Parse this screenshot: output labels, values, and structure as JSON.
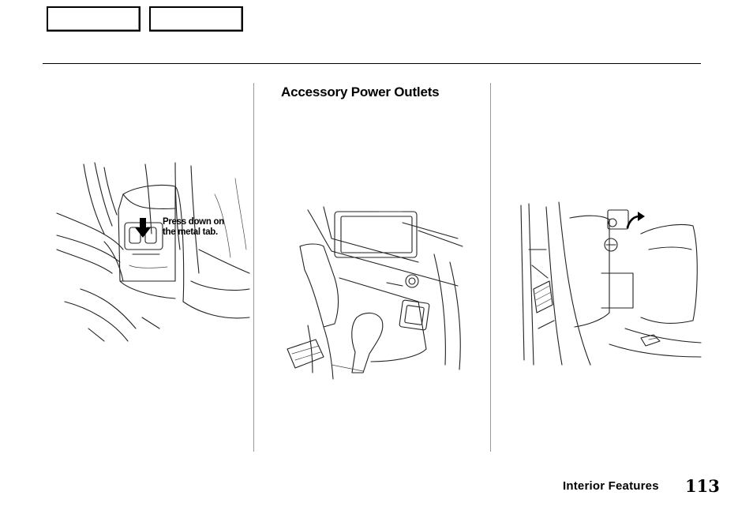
{
  "page": {
    "section_heading": "Accessory Power Outlets",
    "footer_section": "Interior Features",
    "page_number": "113"
  },
  "illustrations": {
    "console_callout_line1": "Press down on",
    "console_callout_line2": "the metal tab."
  },
  "icons": {
    "press_arrow": "down-arrow-icon",
    "rotate_arrow": "curved-arrow-icon"
  }
}
